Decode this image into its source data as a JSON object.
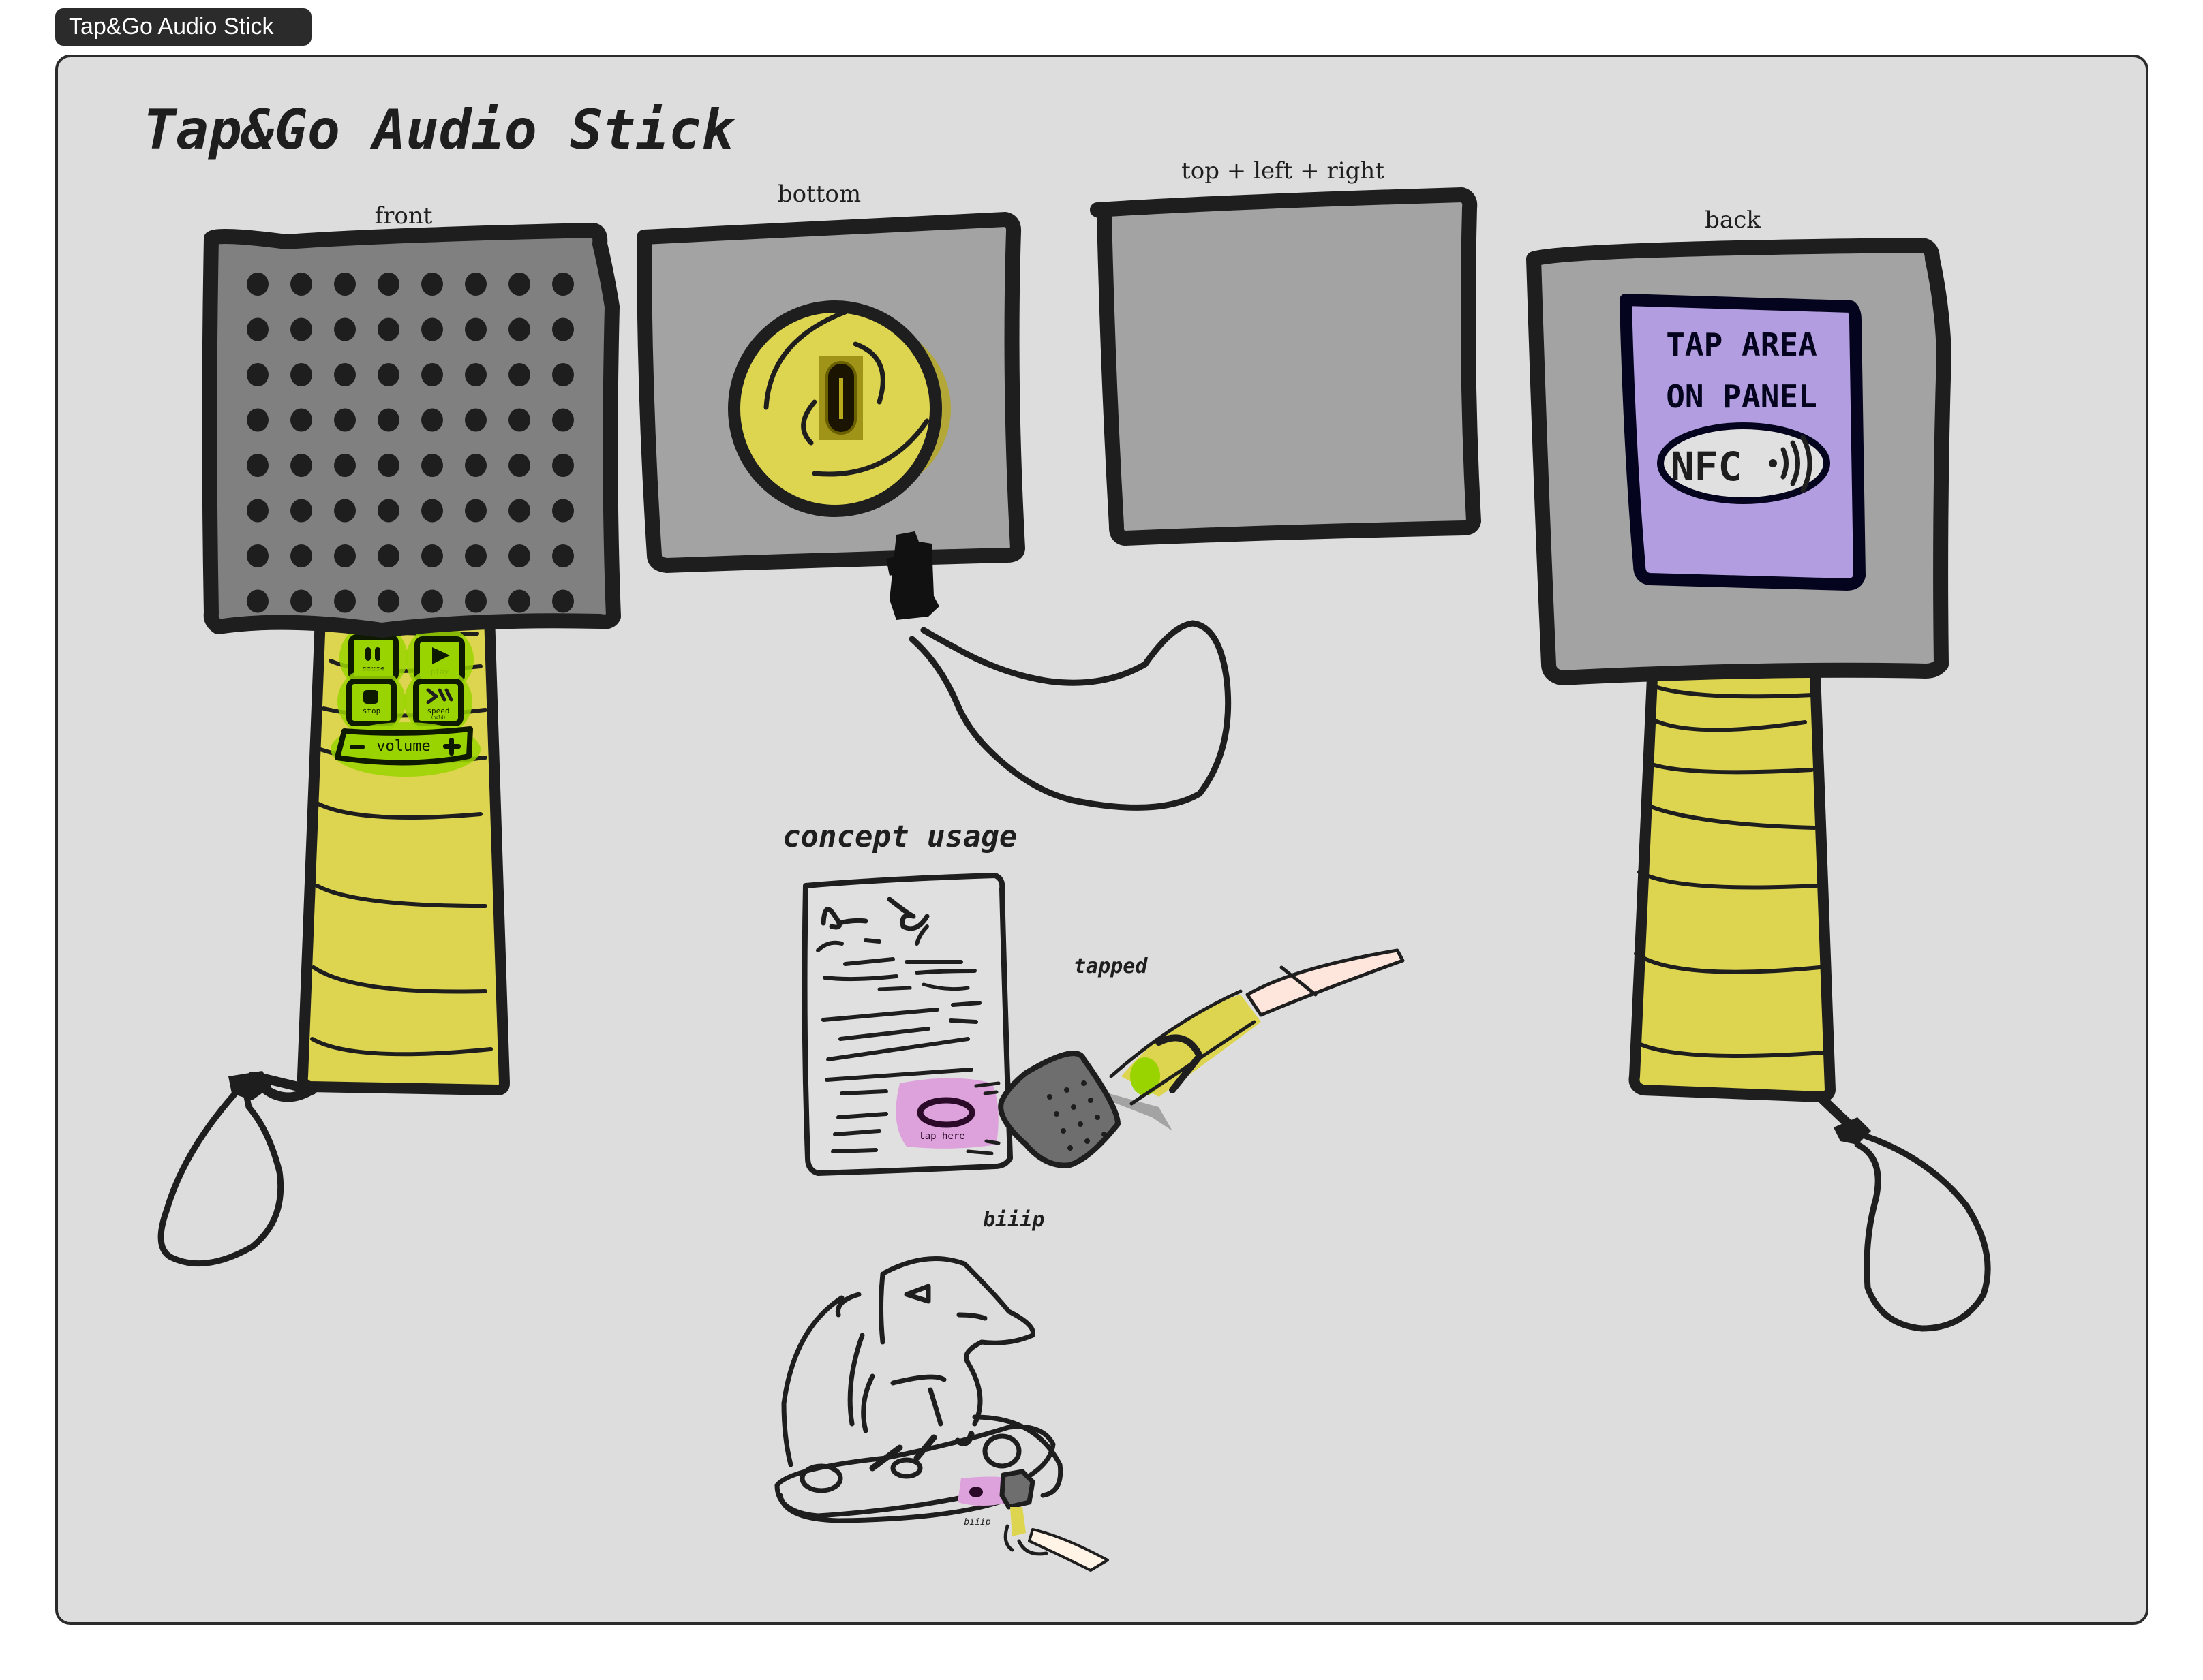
{
  "tab": {
    "label": "Tap&Go Audio Stick"
  },
  "board": {
    "title": "Tap&Go Audio Stick",
    "views": {
      "front": {
        "label": "front"
      },
      "bottom": {
        "label": "bottom"
      },
      "top_left_right": {
        "label": "top + left + right"
      },
      "back": {
        "label": "back"
      }
    },
    "front_buttons": {
      "pause": "pause",
      "play": "play",
      "stop": "stop",
      "speed": "speed",
      "speed_hint": "(hold)",
      "volume": "volume",
      "volume_minus": "−",
      "volume_plus": "+"
    },
    "back_panel": {
      "line1": "TAP AREA",
      "line2": "ON PANEL",
      "nfc_badge": "NFC"
    },
    "concept": {
      "heading": "concept usage",
      "tapped_label": "tapped",
      "tap_here_label": "tap here",
      "beep_label": "biiip",
      "beep_label_small": "biiip"
    },
    "colors": {
      "canvas_bg": "#dddddd",
      "ink": "#1e1e1e",
      "speaker_grey": "#808080",
      "panel_grey": "#a3a3a3",
      "handle_yellow": "#ddd44f",
      "button_green": "#9ad400",
      "nfc_purple": "#b19ddf",
      "tap_pink": "#dda2dc",
      "skin": "#ffe6dc"
    }
  }
}
